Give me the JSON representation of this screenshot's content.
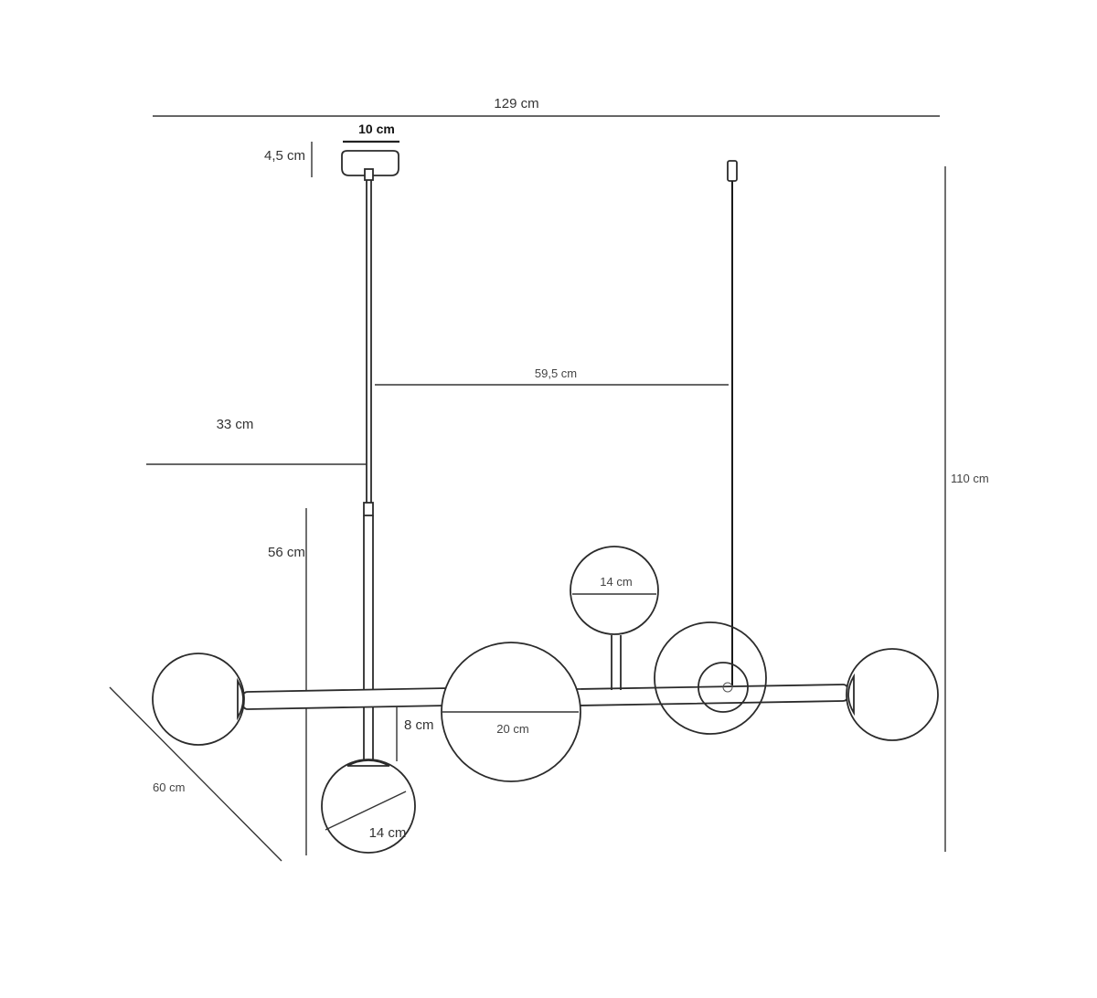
{
  "dimensions": {
    "overall_width": "129 cm",
    "canopy_width": "10 cm",
    "canopy_height": "4,5 cm",
    "overall_height": "110 cm",
    "cable_spacing": "59,5 cm",
    "cable_offset": "33 cm",
    "drop_height": "56 cm",
    "depth": "60 cm",
    "stem_length": "8 cm",
    "globe_large": "20 cm",
    "globe_small_top": "14 cm",
    "globe_small_bottom": "14 cm"
  },
  "colors": {
    "line": "#2b2b2b",
    "background": "#ffffff"
  }
}
